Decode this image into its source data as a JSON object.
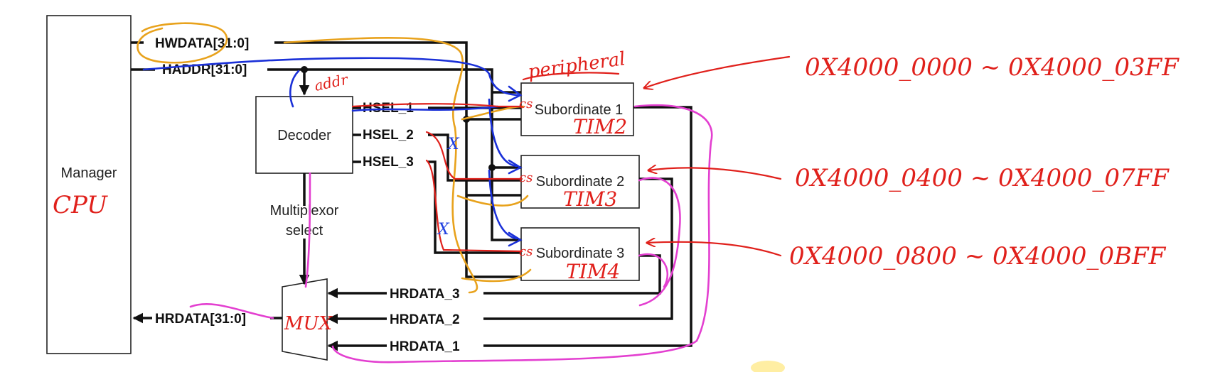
{
  "blocks": {
    "manager": "Manager",
    "decoder": "Decoder",
    "subordinate_1": "Subordinate 1",
    "subordinate_2": "Subordinate 2",
    "subordinate_3": "Subordinate 3",
    "mux_select_line1": "Multiplexor",
    "mux_select_line2": "select"
  },
  "signals": {
    "hwdata": "HWDATA[31:0]",
    "haddr": "HADDR[31:0]",
    "hrdata": "HRDATA[31:0]",
    "hsel_1": "HSEL_1",
    "hsel_2": "HSEL_2",
    "hsel_3": "HSEL_3",
    "hrdata_1": "HRDATA_1",
    "hrdata_2": "HRDATA_2",
    "hrdata_3": "HRDATA_3"
  },
  "annotations": {
    "manager_note": "CPU",
    "decoder_note": "addr",
    "peripheral_note": "peripheral",
    "sub1_note": "TIM2",
    "sub2_note": "TIM3",
    "sub3_note": "TIM4",
    "mux_note": "MUX",
    "cs_1": "cs",
    "cs_2": "cs",
    "cs_3": "cs",
    "x_mark_1": "X",
    "x_mark_2": "X",
    "addr_range_1": "0X4000_0000 ~ 0X4000_03FF",
    "addr_range_2": "0X4000_0400 ~ 0X4000_07FF",
    "addr_range_3": "0X4000_0800 ~ 0X4000_0BFF"
  },
  "colors": {
    "wire": "#111111",
    "red_ink": "#e0201b",
    "blue_ink": "#1a30d8",
    "orange_ink": "#e8a21c",
    "pink_ink": "#e33fd0"
  }
}
